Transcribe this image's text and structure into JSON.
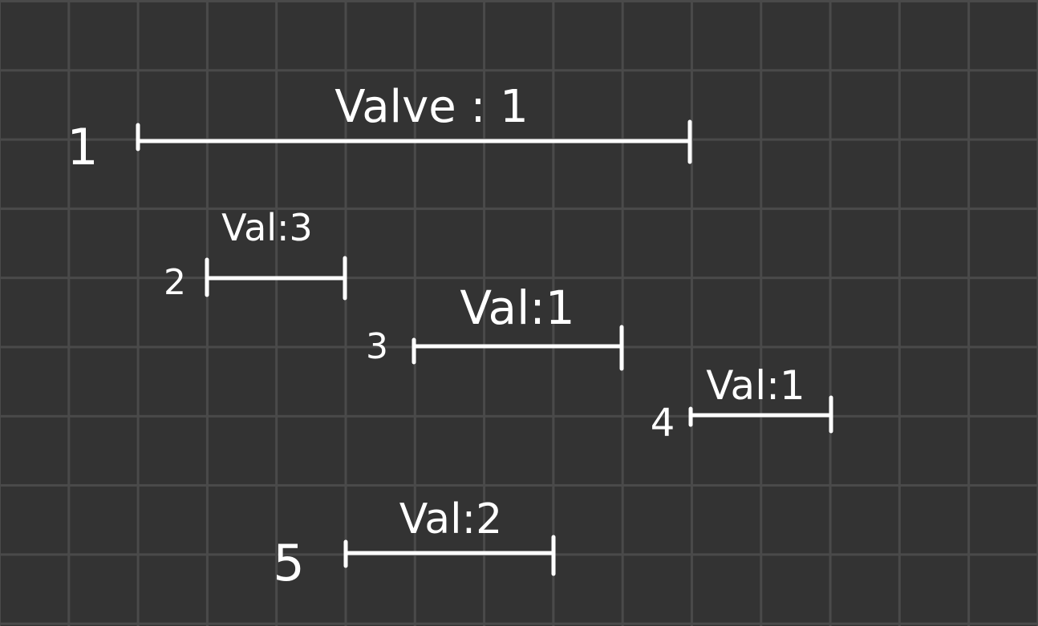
{
  "canvas": {
    "background_color": "#333333",
    "grid_color": "#4a4a4a",
    "ink_color": "#ffffff"
  },
  "intervals": [
    {
      "index_label": "1",
      "value_label": "Valve : 1"
    },
    {
      "index_label": "2",
      "value_label": "Val:3"
    },
    {
      "index_label": "3",
      "value_label": "Val:1"
    },
    {
      "index_label": "4",
      "value_label": "Val:1"
    },
    {
      "index_label": "5",
      "value_label": "Val:2"
    }
  ]
}
